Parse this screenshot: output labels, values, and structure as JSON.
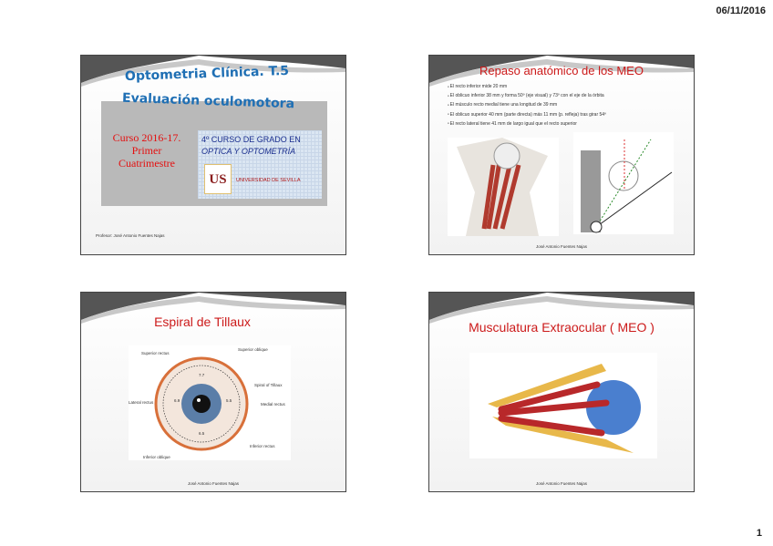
{
  "header": {
    "date": "06/11/2016"
  },
  "footer": {
    "page": "1"
  },
  "slides": [
    {
      "title_line1": "Optometria Clínica. T.5",
      "title_line2": "Evaluación oculomotora",
      "course": "Curso 2016-17. Primer Cuatrimestre",
      "degree_line1": "4º CURSO DE GRADO EN",
      "degree_line2": "OPTICA Y OPTOMETRÍA",
      "university": "UNIVERSIDAD DE SEVILLA",
      "logo_text": "US",
      "professor": "Profesor: José Antonio Fuentes Najas"
    },
    {
      "title": "Repaso anatómico de los MEO",
      "bullets": [
        "El recto inferior mide 20 mm",
        "El oblicuo inferior 38 mm y forma 50º (eje visual) y 73º con el eje de la órbita",
        "El músculo recto medial tiene una longitud de 39 mm",
        "El oblicuo superior 40 mm (parte directa) más 11 mm (p. refleja) tras girar 54º",
        "El recto lateral tiene 41 mm de largo igual que el recto superior"
      ],
      "footer": "José Antonio Fuentes Najas"
    },
    {
      "title": "Espiral de Tillaux",
      "labels": {
        "superior_rectus": "Superior rectus",
        "superior_oblique": "Superior oblique",
        "spiral": "Spiral of Tillaux",
        "lateral_rectus": "Lateral rectus",
        "medial_rectus": "Medial rectus",
        "inferior_rectus": "Inferior rectus",
        "inferior_oblique": "Inferior oblique",
        "d_top": "7.7",
        "d_left": "6.9",
        "d_right": "5.5",
        "d_bottom": "6.5"
      },
      "footer": "José Antonio Fuentes Najas"
    },
    {
      "title": "Musculatura Extraocular ( MEO )",
      "footer": "José Antonio Fuentes Najas"
    }
  ]
}
